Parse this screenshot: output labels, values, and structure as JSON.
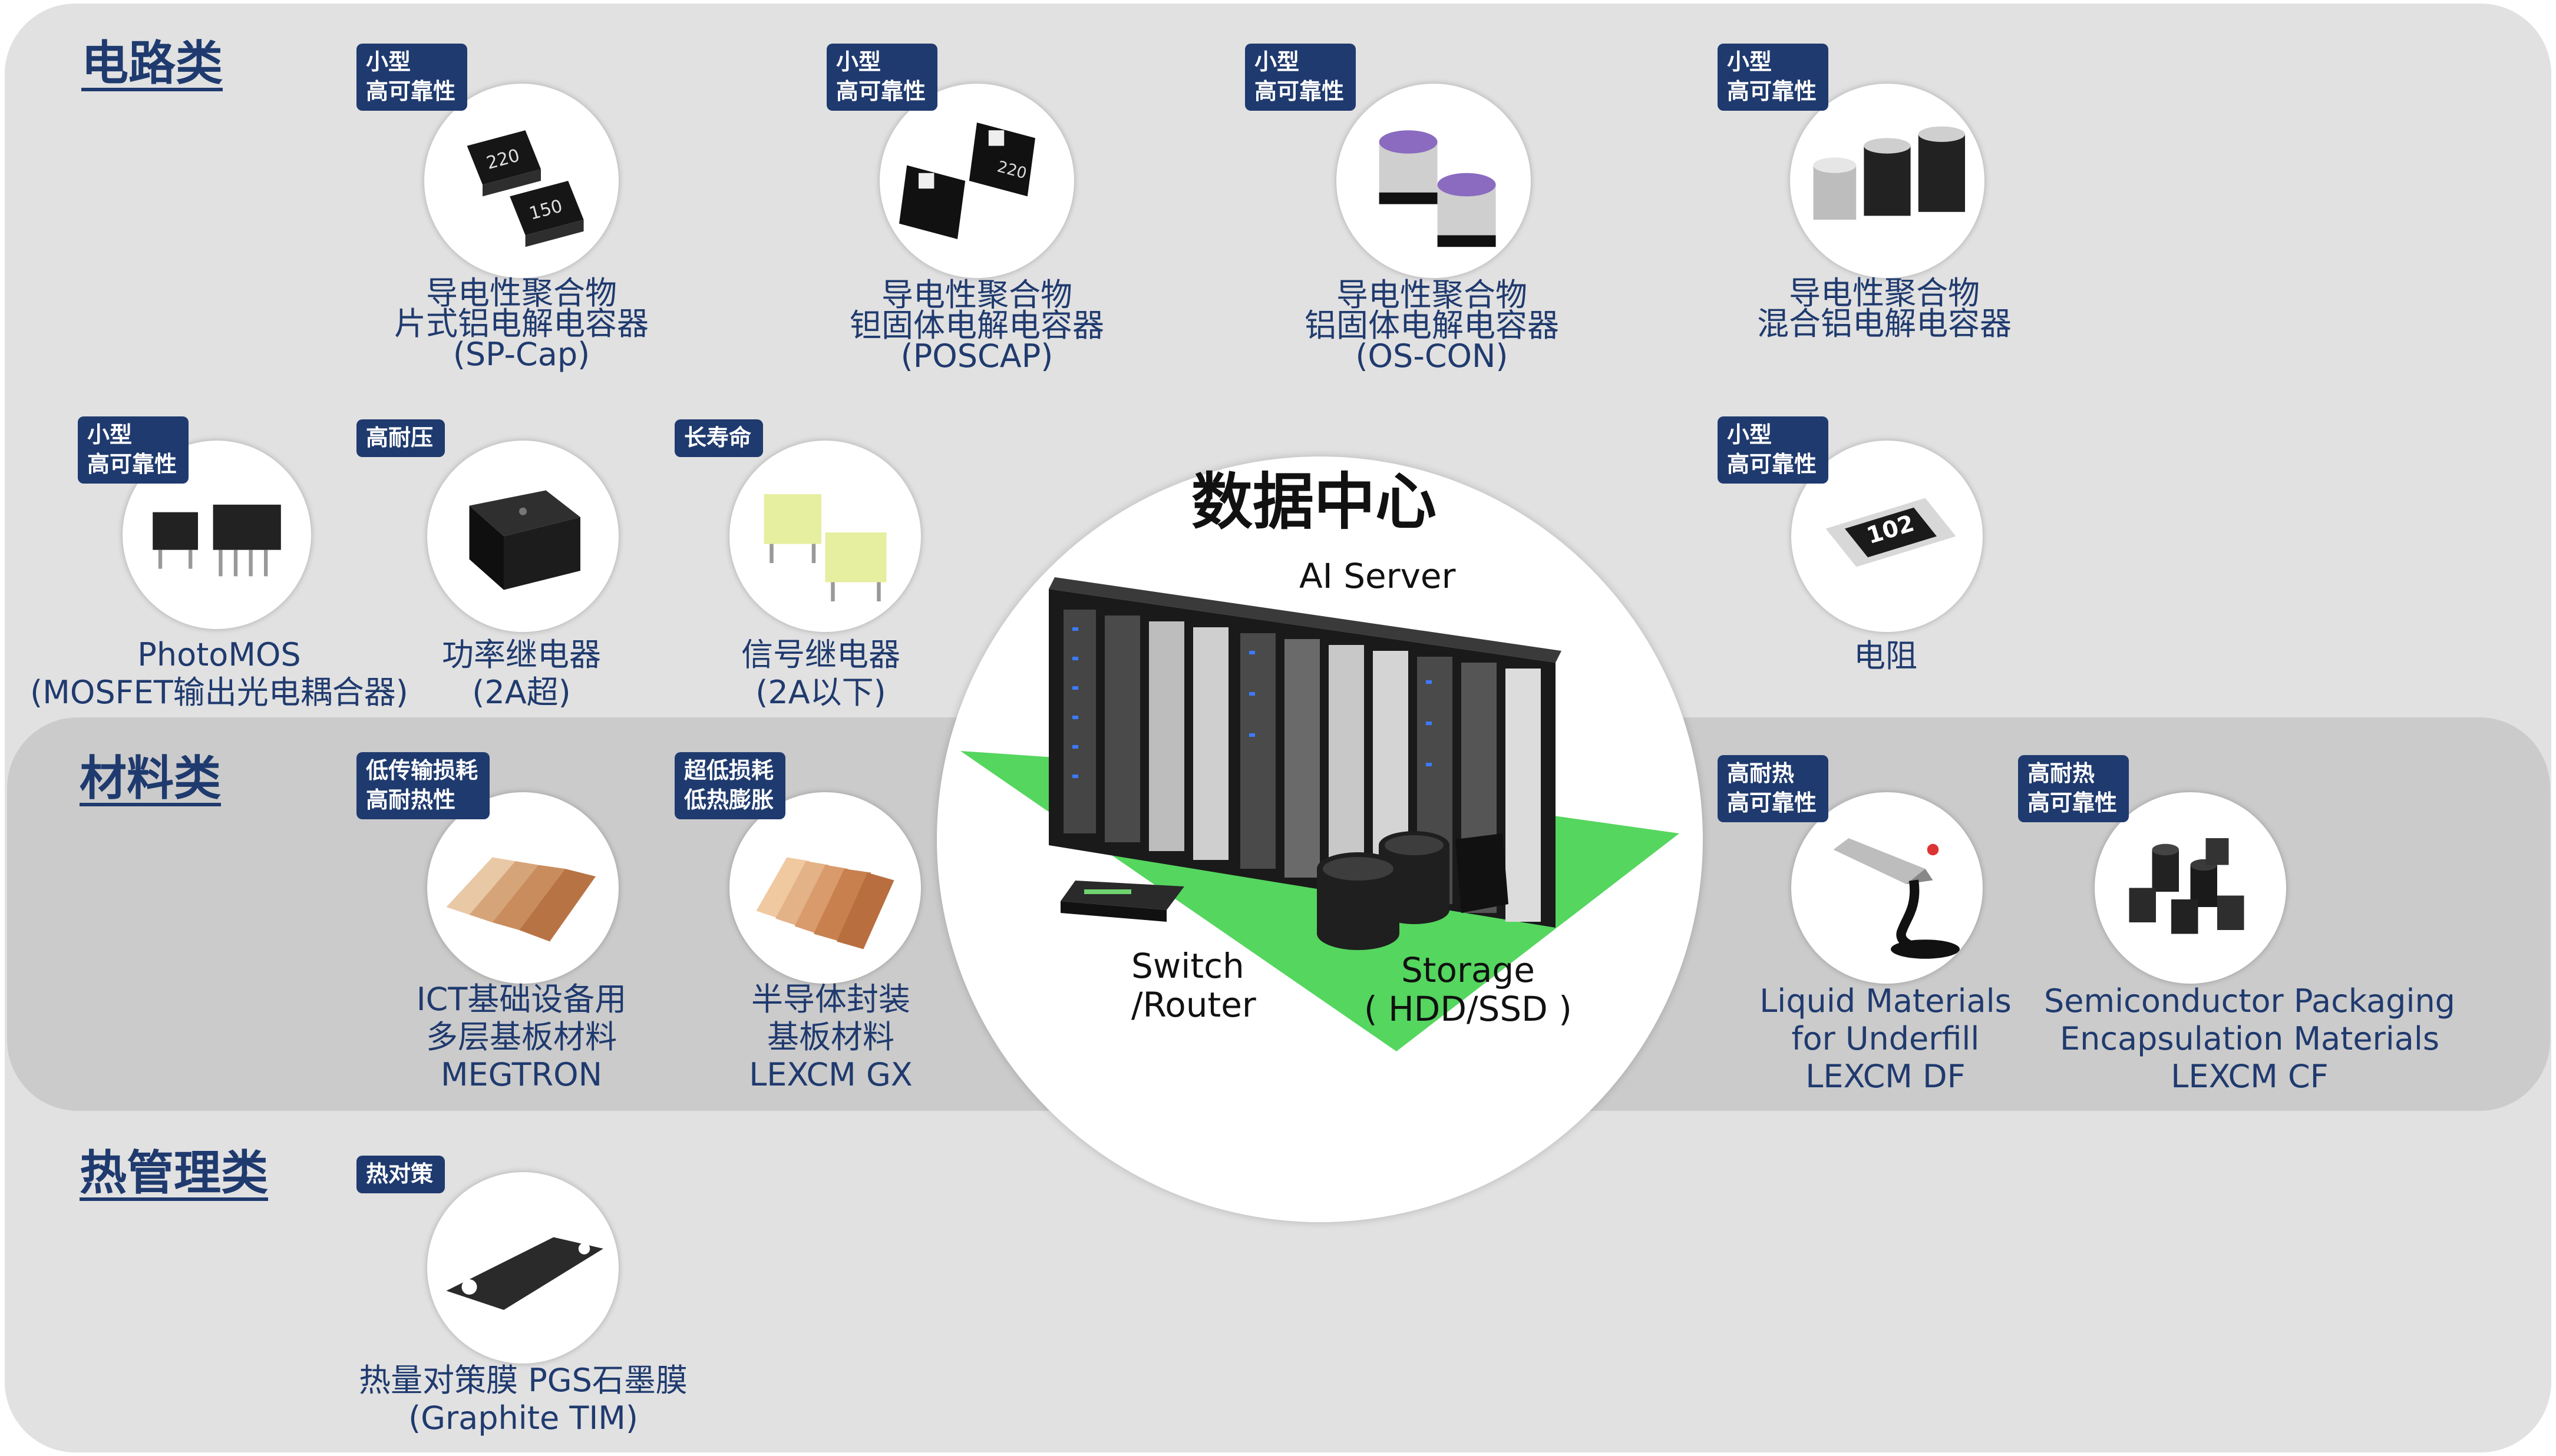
{
  "sections": {
    "circuit": "电路类",
    "material": "材料类",
    "thermal": "热管理类"
  },
  "center": {
    "title": "数据中心",
    "server": "AI Server",
    "switch": [
      "Switch",
      "/Router"
    ],
    "storage": [
      "Storage",
      "( HDD/SSD )"
    ]
  },
  "items": [
    {
      "tag": [
        "小型",
        "高可靠性"
      ],
      "label": [
        "导电性聚合物",
        "片式铝电解电容器",
        "(SP-Cap)"
      ],
      "icon": "sp-cap-capacitor"
    },
    {
      "tag": [
        "小型",
        "高可靠性"
      ],
      "label": [
        "导电性聚合物",
        "钽固体电解电容器",
        "(POSCAP)"
      ],
      "icon": "poscap-capacitor"
    },
    {
      "tag": [
        "小型",
        "高可靠性"
      ],
      "label": [
        "导电性聚合物",
        "铝固体电解电容器",
        "(OS-CON)"
      ],
      "icon": "os-con-capacitor"
    },
    {
      "tag": [
        "小型",
        "高可靠性"
      ],
      "label": [
        "导电性聚合物",
        "混合铝电解电容器"
      ],
      "icon": "hybrid-capacitor"
    },
    {
      "tag": [
        "小型",
        "高可靠性"
      ],
      "label": [
        "PhotoMOS",
        "(MOSFET输出光电耦合器)"
      ],
      "icon": "photomos-chip"
    },
    {
      "tag": [
        "高耐压"
      ],
      "label": [
        "功率继电器",
        "(2A超)"
      ],
      "icon": "power-relay"
    },
    {
      "tag": [
        "长寿命"
      ],
      "label": [
        "信号继电器",
        "(2A以下)"
      ],
      "icon": "signal-relay"
    },
    {
      "tag": [
        "小型",
        "高可靠性"
      ],
      "label": [
        "电阻"
      ],
      "icon": "chip-resistor",
      "chip_text": "102"
    },
    {
      "tag": [
        "低传输损耗",
        "高耐热性"
      ],
      "label": [
        "ICT基础设备用",
        "多层基板材料",
        "MEGTRON"
      ],
      "icon": "copper-laminate"
    },
    {
      "tag": [
        "超低损耗",
        "低热膨胀"
      ],
      "label": [
        "半导体封装",
        "基板材料",
        "LEXCM GX"
      ],
      "icon": "substrate-sheets"
    },
    {
      "tag": [
        "高耐热",
        "高可靠性"
      ],
      "label": [
        "Liquid Materials",
        "for Underfill",
        "LEXCM DF"
      ],
      "icon": "liquid-drop"
    },
    {
      "tag": [
        "高耐热",
        "高可靠性"
      ],
      "label": [
        "Semiconductor Packaging",
        "Encapsulation Materials",
        "LEXCM CF"
      ],
      "icon": "encapsulation-pellets"
    },
    {
      "tag": [
        "热对策"
      ],
      "label": [
        "热量对策膜 PGS石墨膜",
        "(Graphite TIM)"
      ],
      "icon": "graphite-film"
    }
  ]
}
